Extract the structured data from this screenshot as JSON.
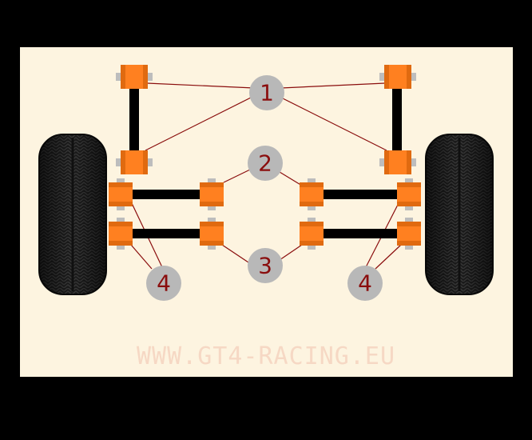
{
  "callouts": {
    "c1": "1",
    "c2": "2",
    "c3": "3",
    "c4_left": "4",
    "c4_right": "4"
  },
  "watermark": "WWW.GT4-RACING.EU",
  "colors": {
    "background": "#000000",
    "panel": "#fdf4e0",
    "bush": "#ff8020",
    "bush_dark": "#e06a10",
    "arm": "#000000",
    "leader_line": "#8a0d0d",
    "callout_circle": "#b8b8b8",
    "callout_text": "#8a0d0d",
    "watermark": "#f6d8c4"
  }
}
